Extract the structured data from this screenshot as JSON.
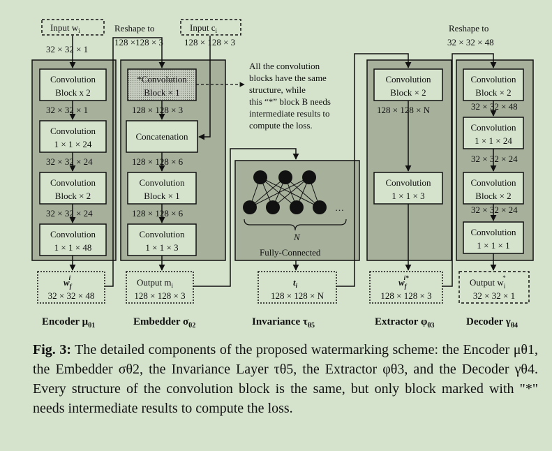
{
  "inputs": {
    "input_w": "Input w",
    "input_w_sub": "i",
    "input_w_dim": "32 × 32 × 1",
    "reshape_1": "Reshape to",
    "reshape_1_dim": "128 ×128 × 3",
    "input_c": "Input c",
    "input_c_sub": "i",
    "input_c_dim": "128 × 128 × 3",
    "reshape_2": "Reshape to",
    "reshape_2_dim": "32 × 32 × 48"
  },
  "encoder": {
    "blocks": [
      {
        "l1": "Convolution",
        "l2": "Block x 2"
      },
      {
        "l1": "Convolution",
        "l2": "1 × 1 × 24"
      },
      {
        "l1": "Convolution",
        "l2": "Block × 2"
      },
      {
        "l1": "Convolution",
        "l2": "1 × 1 × 48"
      }
    ],
    "dims": [
      "32 × 32 × 1",
      "32 × 32 × 24",
      "32 × 32 × 24"
    ],
    "out_label": "w",
    "out_sub": "f",
    "out_sup": "i",
    "out_dim": "32 × 32 × 48",
    "title": "Encoder μ",
    "title_sub": "θ1"
  },
  "embedder": {
    "blocks": [
      {
        "l1": "*Convolution",
        "l2": "Block × 1"
      },
      {
        "l1": "Concatenation",
        "l2": ""
      },
      {
        "l1": "Convolution",
        "l2": "Block × 1"
      },
      {
        "l1": "Convolution",
        "l2": "1 × 1 × 3"
      }
    ],
    "dims": [
      "128 × 128 × 3",
      "128 × 128 × 6",
      "128 × 128 × 6"
    ],
    "out_label": "Output m",
    "out_sub": "i",
    "out_dim": "128 × 128 × 3",
    "title": "Embedder σ",
    "title_sub": "θ2"
  },
  "note": {
    "lines": [
      "All the convolution",
      "blocks have the same",
      "structure, while",
      "this “*” block B needs",
      "intermediate results to",
      "compute the loss."
    ]
  },
  "invariance": {
    "n_label": "N",
    "fc_label": "Fully-Connected",
    "ellipsis": "…",
    "out_label": "t",
    "out_sub": "i",
    "out_dim": "128 × 128 × N",
    "title": "Invariance τ",
    "title_sub": "θ5"
  },
  "extractor": {
    "blocks": [
      {
        "l1": "Convolution",
        "l2": "Block × 2"
      },
      {
        "l1": "Convolution",
        "l2": "1 × 1 × 3"
      }
    ],
    "dims": [
      "128 × 128 × N"
    ],
    "out_label": "w",
    "out_sub": "f",
    "out_sup": "i*",
    "out_dim": "128 × 128 × 3",
    "title": "Extractor φ",
    "title_sub": "θ3"
  },
  "decoder": {
    "blocks": [
      {
        "l1": "Convolution",
        "l2": "Block × 2"
      },
      {
        "l1": "Convolution",
        "l2": "1 × 1 × 24"
      },
      {
        "l1": "Convolution",
        "l2": "Block × 2"
      },
      {
        "l1": "Convolution",
        "l2": "1 × 1 × 1"
      }
    ],
    "dims": [
      "32 × 32 × 48",
      "32 × 32 × 24",
      "32 × 32 × 24"
    ],
    "out_label": "Output w",
    "out_sub": "i",
    "out_sup": "*",
    "out_dim": "32 × 32 × 1",
    "title": "Decoder γ",
    "title_sub": "θ4"
  },
  "caption": {
    "fig": "Fig. 3:",
    "text": "The detailed components of the proposed watermarking scheme: the Encoder μθ1, the Embedder σθ2, the Invariance Layer τθ5, the Extractor φθ3, and the Decoder γθ4. Every structure of the convolution block is the same, but only block marked with \"*\" needs intermediate results to compute the loss."
  },
  "colors": {
    "background": "#d5e3cd",
    "panel": "#a6b09b",
    "block": "#d5e3cd",
    "dotted_block": "#c0c7b8"
  }
}
